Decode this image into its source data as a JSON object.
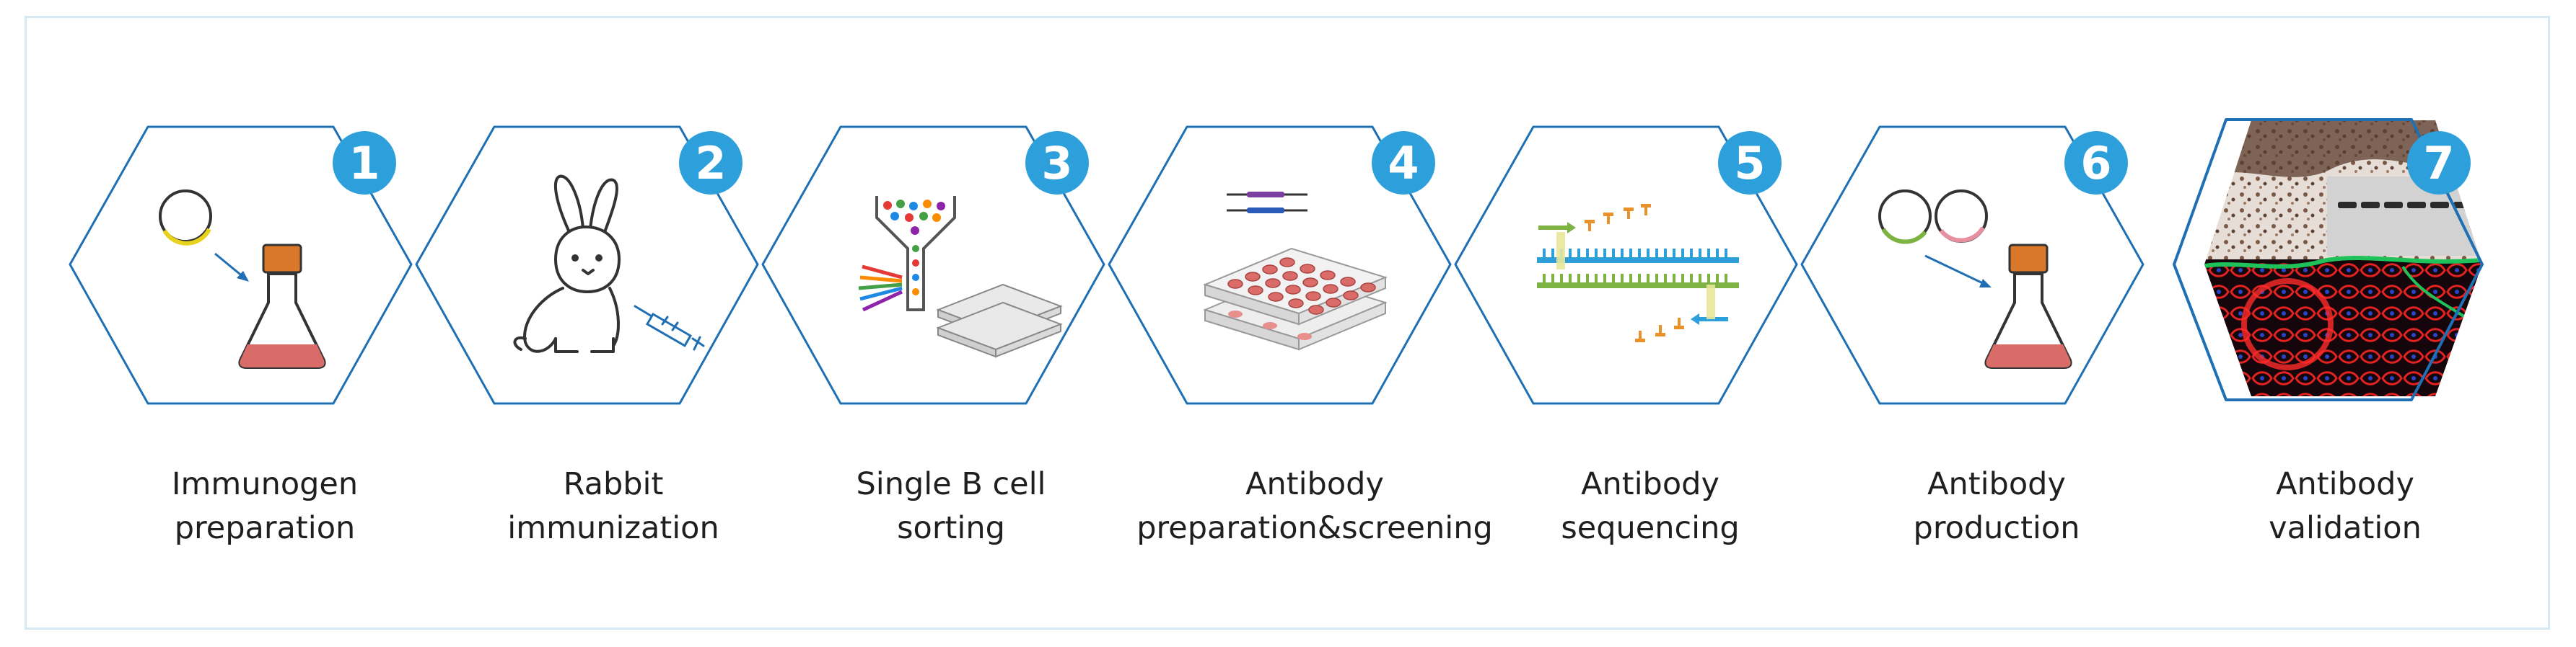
{
  "colors": {
    "frame_border": "#d6e9f5",
    "hex_outline": "#1f6fb4",
    "badge_fill": "#2d9fdb",
    "badge_text": "#ffffff",
    "label_text": "#1f1f1f",
    "flask_cap": "#d9772a",
    "flask_liquid": "#d96b68",
    "arrow_blue": "#1f6fb4"
  },
  "steps": [
    {
      "number": "1",
      "label_line1": "Immunogen",
      "label_line2": "preparation",
      "icon": "plasmid-flask-icon"
    },
    {
      "number": "2",
      "label_line1": "Rabbit",
      "label_line2": "immunization",
      "icon": "rabbit-syringe-icon"
    },
    {
      "number": "3",
      "label_line1": "Single B cell",
      "label_line2": "sorting",
      "icon": "cell-sorter-icon"
    },
    {
      "number": "4",
      "label_line1": "Antibody",
      "label_line2": "preparation&screening",
      "icon": "culture-plates-icon"
    },
    {
      "number": "5",
      "label_line1": "Antibody",
      "label_line2": "sequencing",
      "icon": "dna-sequencing-icon"
    },
    {
      "number": "6",
      "label_line1": "Antibody",
      "label_line2": "production",
      "icon": "plasmids-flask-icon"
    },
    {
      "number": "7",
      "label_line1": "Antibody",
      "label_line2": "validation",
      "icon": "validation-images-icon"
    }
  ]
}
